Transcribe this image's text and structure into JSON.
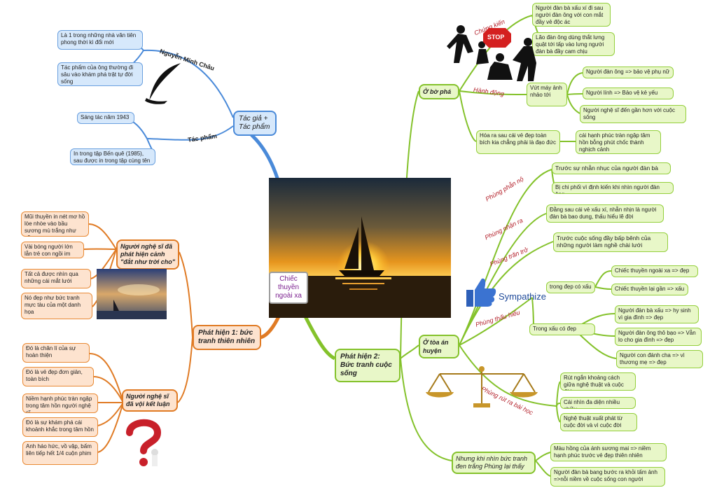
{
  "center": {
    "title": "Chiếc thuyền ngoài xa"
  },
  "author_branch": {
    "hub": "Tác giả + Tác phẩm",
    "label_author": "Nguyễn Minh Châu",
    "author_items": [
      "Là 1 trong những nhà văn tiên phong thời kì đổi mới",
      "Tác phẩm của ông thường đi sâu vào khám phá trật tự đời sống"
    ],
    "label_work": "Tác phẩm",
    "work_items": [
      "Sáng tác năm 1943",
      "In trong tập Bến quê (1985), sau được in trong tập cùng tên"
    ]
  },
  "discovery1": {
    "hub": "Phát hiện 1: bức tranh thiên nhiên",
    "sub1": "Người nghệ sĩ đã phát hiện cảnh \"đắt như trời cho\"",
    "sub1_items": [
      "Mũi thuyền in nét mơ hồ lòe nhòe vào bầu sương mù trắng như sữa..",
      "Vài bóng người lớn lẫn trẻ con ngồi im",
      "Tất cả được nhìn qua những cái mắt lưới",
      "Nó đẹp như bức tranh mực tàu của một danh họa"
    ],
    "sub2": "Người nghệ sĩ đã vội kết luận",
    "sub2_items": [
      "Đó là chân lí của sự hoàn thiện",
      "Đó là vẻ đẹp đơn giản, toàn bích",
      "Niềm hạnh phúc tràn ngập trong tâm hồn người nghệ sĩ",
      "Đó là sự khám phá cái khoảnh khắc trong tâm hồn",
      "Anh háo hức, vồ vập, bấm liên tiếp hết 1/4 cuộn phim"
    ]
  },
  "discovery2": {
    "hub": "Phát hiện 2: Bức tranh cuộc sống",
    "beach": {
      "hub": "Ở bờ phá",
      "label_witness": "Chứng kiến",
      "witness_items": [
        "Người đàn bà xấu xí đi sau người đàn ông với con mắt đầy vẻ độc ác",
        "Lão đàn ông dùng thắt lưng quật tới tấp vào lưng người đàn bà đầy cam chịu"
      ],
      "label_action": "Hành động",
      "action_node": "Vứt máy ảnh nhảo tới",
      "action_items": [
        "Người đàn ông => bảo vệ phụ nữ",
        "Người lính => Bảo vệ kẻ yếu",
        "Người nghệ sĩ đến gần hơn với cuộc sống"
      ],
      "truth_node": "Hóa ra sau cái vẻ đẹp toàn bích kia chẳng phải là đạo đức",
      "truth_item": "cái hạnh phúc tràn ngập tâm hồn bỗng phút chốc thành nghịch cảnh"
    },
    "court": {
      "hub": "Ở tòa án huyện",
      "label_phung_no": "Phùng phẫn nộ",
      "phung_no_items": [
        "Trước sự nhẫn nhục của người đàn bà",
        "Bị chi phối vì định kiến khi nhìn người đàn ông"
      ],
      "label_phung_nhan_ra": "Phùng nhận ra",
      "phung_nhan_ra_item": "Đằng sau cái vẻ xấu xí, nhẫn nhịn là người đàn bà bao dung, thấu hiểu lẽ đời",
      "label_phung_tran_tro": "Phùng trăn trở",
      "phung_tran_tro_item": "Trước cuộc sống đầy bấp bênh của những người làm nghề chài lưới",
      "label_phung_thau_hieu": "Phùng thấu hiểu",
      "sympathize": "Sympathize",
      "beauty_node": "trong đẹp có xấu",
      "beauty_items": [
        "Chiếc thuyền ngoài xa => đẹp",
        "Chiếc thuyền lại gần => xấu"
      ],
      "ugly_node": "Trong xấu có đẹp",
      "ugly_items": [
        "Người đàn bà xấu => hy sinh vì gia đình => đẹp",
        "Người đàn ông thô bạo => Vẫn lo cho gia đình => đẹp",
        "Người con đánh cha => vì thương mẹ => đẹp"
      ],
      "label_lesson": "Phùng rút ra bài học",
      "lesson_items": [
        "Rút ngắn khoảng cách giữa nghệ thuật và cuộc đời",
        "Cái nhìn đa diện nhiều chiều",
        "Nghệ thuật xuất phát từ cuộc đời và vì cuộc đời"
      ]
    },
    "final": {
      "hub": "Nhưng khi nhìn bức tranh đen trắng Phùng lại thấy",
      "items": [
        "Màu hồng của ánh sương mai => niềm hạnh phúc trước vẻ đẹp thiên nhiên",
        "Người đàn bà bang bước ra khỏi tấm ảnh =>nỗi niềm về cuộc sống con người"
      ]
    }
  },
  "icons": {
    "stop": "STOP",
    "stop_sign": "stop-sign-icon",
    "fight": "fight-illustration",
    "feather": "quill-pen-icon",
    "question": "question-mark-icon",
    "scales": "justice-scales-icon",
    "thumb": "thumbs-up-icon",
    "sunset": "sailboat-sunset-image"
  },
  "colors": {
    "blue": "#4a8ad9",
    "orange": "#e07b25",
    "green": "#84c22b",
    "red_label": "#b3202a"
  }
}
